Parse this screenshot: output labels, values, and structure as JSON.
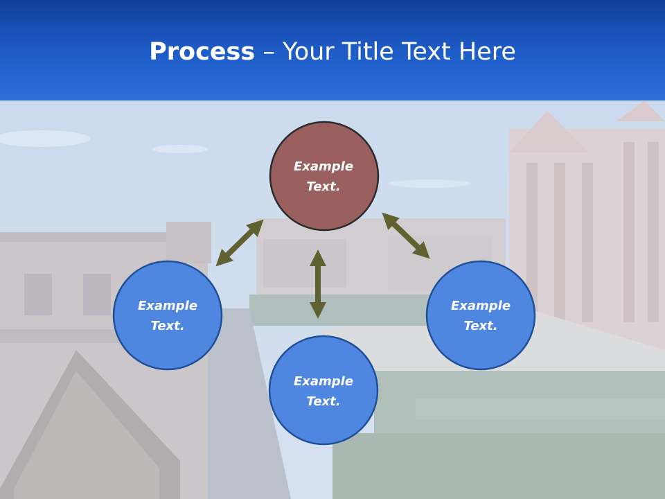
{
  "title": {
    "bold": "Process",
    "rest": " – Your Title Text Here"
  },
  "colors": {
    "header_top": "#0f3f9c",
    "header_bottom": "#2f6fdb",
    "center_node": "#9a6060",
    "outer_node": "#4f86e0",
    "node_stroke": "#2a2a2a",
    "arrow": "#5f6230"
  },
  "nodes": {
    "top": {
      "line1": "Example",
      "line2": "Text."
    },
    "left": {
      "line1": "Example",
      "line2": "Text."
    },
    "right": {
      "line1": "Example",
      "line2": "Text."
    },
    "bottom": {
      "line1": "Example",
      "line2": "Text."
    }
  }
}
